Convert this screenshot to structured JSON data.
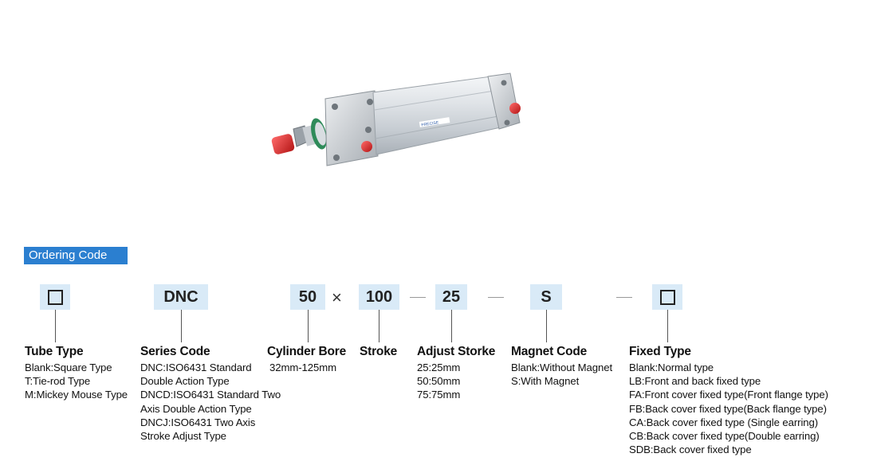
{
  "badge": "Ordering Code",
  "product": {
    "label": "PRECISE"
  },
  "codes": {
    "series": "DNC",
    "bore": "50",
    "times": "×",
    "stroke": "100",
    "adjust": "25",
    "magnet": "S"
  },
  "columns": {
    "tube": {
      "title": "Tube Type",
      "lines": [
        "Blank:Square Type",
        "T:Tie-rod Type",
        "M:Mickey Mouse Type"
      ]
    },
    "series": {
      "title": "Series Code",
      "lines": [
        "DNC:ISO6431 Standard",
        "Double Action Type",
        "DNCD:ISO6431 Standard Two",
        "Axis Double Action Type",
        "DNCJ:ISO6431 Two Axis",
        "Stroke Adjust Type"
      ]
    },
    "bore": {
      "title": "Cylinder Bore",
      "lines": [
        "32mm-125mm"
      ]
    },
    "stroke": {
      "title": "Stroke"
    },
    "adjust": {
      "title": "Adjust Storke",
      "lines": [
        "25:25mm",
        "50:50mm",
        "75:75mm"
      ]
    },
    "magnet": {
      "title": "Magnet Code",
      "lines": [
        "Blank:Without Magnet",
        "S:With Magnet"
      ]
    },
    "fixed": {
      "title": "Fixed Type",
      "lines": [
        "Blank:Normal type",
        "LB:Front and back fixed type",
        "FA:Front cover fixed type(Front flange type)",
        "FB:Back cover fixed type(Back flange type)",
        "CA:Back cover fixed type (Single earring)",
        "CB:Back cover fixed type(Double earring)",
        "SDB:Back cover fixed type"
      ]
    }
  },
  "colors": {
    "badge": "#2b7fd0",
    "code_box": "#d9eaf7",
    "port": "#d42a2a"
  }
}
